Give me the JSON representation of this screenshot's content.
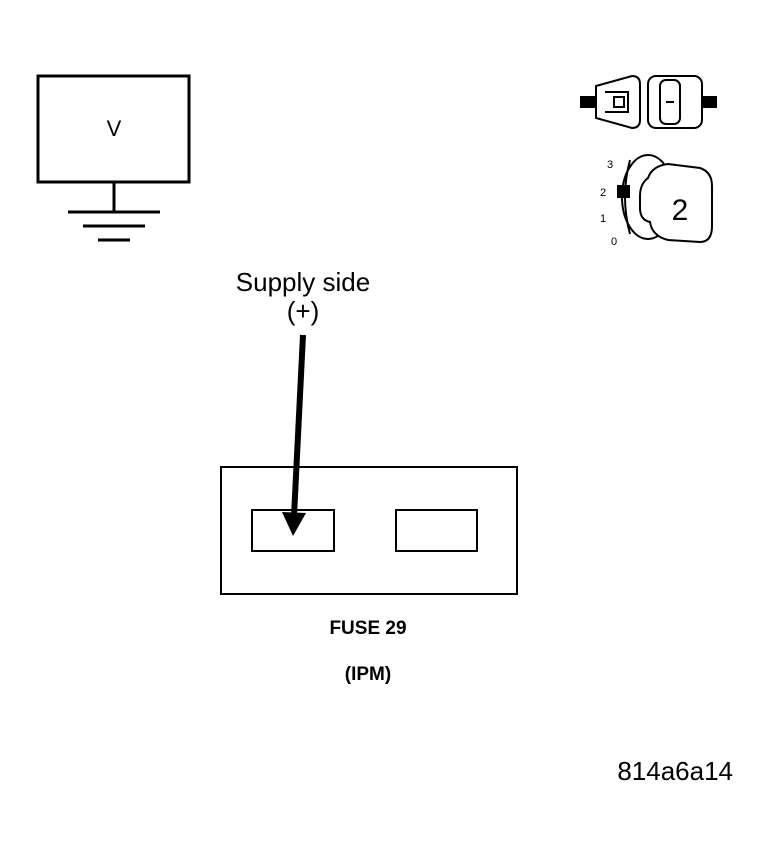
{
  "voltmeter": {
    "label": "V"
  },
  "connector_icon": {
    "icon": "disconnected-connector-icon"
  },
  "ignition": {
    "positions": [
      "3",
      "2",
      "1",
      "0"
    ],
    "key_label": "2",
    "icon": "ignition-key-icon"
  },
  "probe": {
    "supply_label": "Supply side",
    "polarity_label": "(+)"
  },
  "fuse": {
    "name_label": "FUSE 29",
    "location_label": "(IPM)"
  },
  "figure": {
    "id": "814a6a14"
  }
}
